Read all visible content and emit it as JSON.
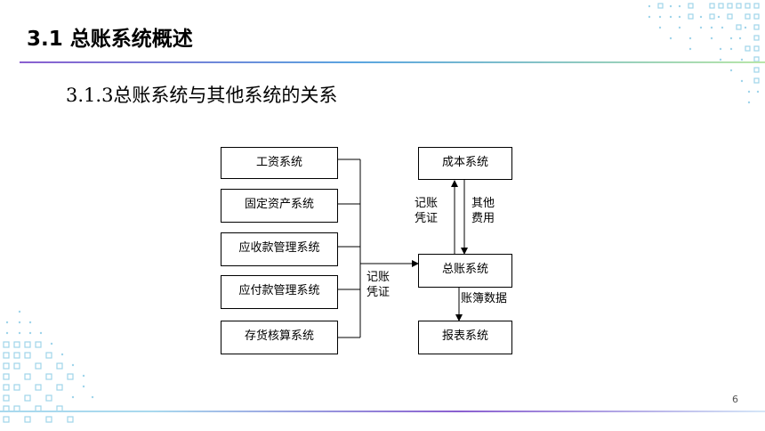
{
  "header": {
    "title": "3.1 总账系统概述"
  },
  "section": {
    "subtitle": "3.1.3总账系统与其他系统的关系"
  },
  "diagram": {
    "left_systems": [
      "工资系统",
      "固定资产系统",
      "应收款管理系统",
      "应付款管理系统",
      "存货核算系统"
    ],
    "cost_system": "成本系统",
    "gl_system": "总账系统",
    "report_system": "报表系统",
    "label_voucher_left": [
      "记账",
      "凭证"
    ],
    "label_voucher_up": [
      "记账",
      "凭证"
    ],
    "label_other_cost": [
      "其他",
      "费用"
    ],
    "label_ledger_data": "账簿数据"
  },
  "footer": {
    "page_number": "6"
  },
  "colors": {
    "accent_purple": "#8a5fd0",
    "accent_blue": "#5aa5e0",
    "deco_cyan": "#9fd4ea"
  }
}
